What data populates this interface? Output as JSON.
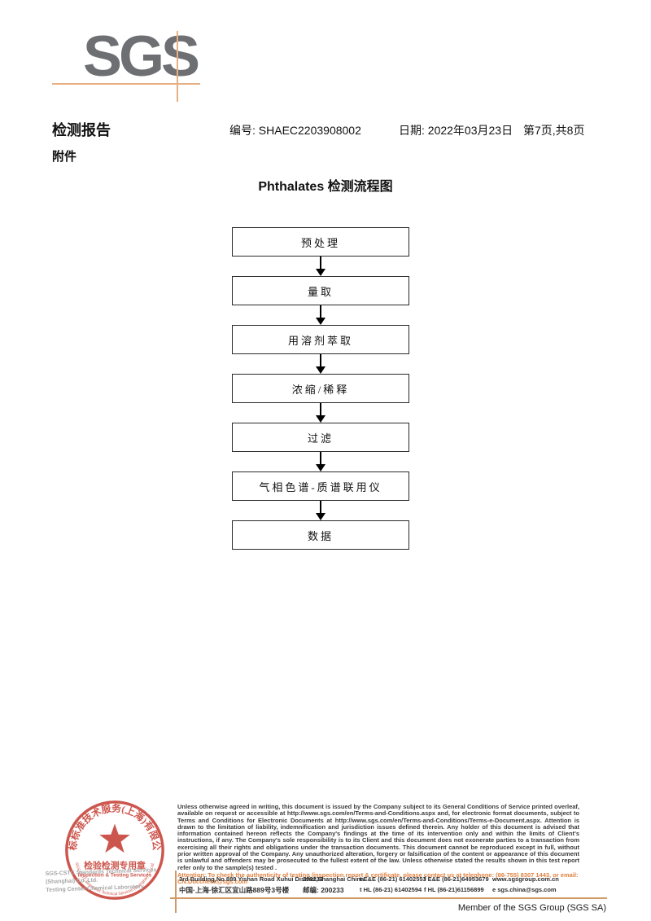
{
  "logo": {
    "text": "SGS"
  },
  "header": {
    "report_title": "检测报告",
    "report_no": "编号: SHAEC2203908002",
    "date": "日期: 2022年03月23日",
    "page_info": "第7页,共8页",
    "attachment_label": "附件"
  },
  "flowchart": {
    "title": "Phthalates 检测流程图",
    "steps": [
      "预处理",
      "量取",
      "用溶剂萃取",
      "浓缩/稀释",
      "过滤",
      "气相色谱-质谱联用仪",
      "数据"
    ]
  },
  "footer": {
    "legal_text": "Unless otherwise agreed in writing, this document is issued by the Company subject to its General Conditions of Service printed overleaf, available on request or accessible at http://www.sgs.com/en/Terms-and-Conditions.aspx and, for electronic format documents, subject to Terms and Conditions for Electronic Documents at http://www.sgs.com/en/Terms-and-Conditions/Terms-e-Document.aspx. Attention is drawn to the limitation of liability, indemnification and jurisdiction issues defined therein. Any holder of this document is advised that information contained hereon reflects the Company's findings at the time of its intervention only and within the limits of Client's instructions, if any. The Company's sole responsibility is to its Client and this document does not exonerate parties to a transaction from exercising all their rights and obligations under the transaction documents. This document cannot be reproduced except in full, without prior written approval of the Company. Any unauthorized alteration, forgery or falsification of the content or appearance of this document is unlawful and offenders may be prosecuted to the fullest extent of the law. Unless otherwise stated the results shown in this test report refer only to the sample(s) tested .",
    "attention_text": "Attention: To check the authenticity of testing /inspection report & certificate, please contact us at telephone: (86-755) 8307 1443, or email: CN.Doccheck@sgs.com",
    "address_en": "3rd Building,No.889 Yishan Road Xuhui District,Shanghai China",
    "postcode_en": "200233",
    "tel1": "t E&E (86-21) 61402553",
    "fax1": "f E&E (86-21)64953679",
    "web": "www.sgsgroup.com.cn",
    "address_cn": "中国·上海·徐汇区宜山路889号3号楼",
    "postcode_cn": "邮编: 200233",
    "tel2": "t HL (86-21) 61402594",
    "fax2": "f HL (86-21)61156899",
    "email": "e sgs.china@sgs.com",
    "company_line1": "SGS-CSTC Standards Technical Services (Shanghai) Co.,Ltd.",
    "company_line2": "Testing Center-Chemical Laboratory",
    "member_text": "Member of the SGS Group (SGS SA)",
    "stamp": {
      "arc_top": "通标标准技术服务(上海)有限公司",
      "line1": "检验检测专用章",
      "line2": "Inspection & Testing Services",
      "arc_bottom": "SGS-CSTC Standards Technical Services (Shanghai) Co.,Ltd."
    }
  },
  "colors": {
    "logo_grey": "#6e6f72",
    "accent_orange": "#e6b084",
    "divider_orange": "#cf9a68",
    "attention_orange": "#e0803f",
    "stamp_red": "#c63f35"
  }
}
